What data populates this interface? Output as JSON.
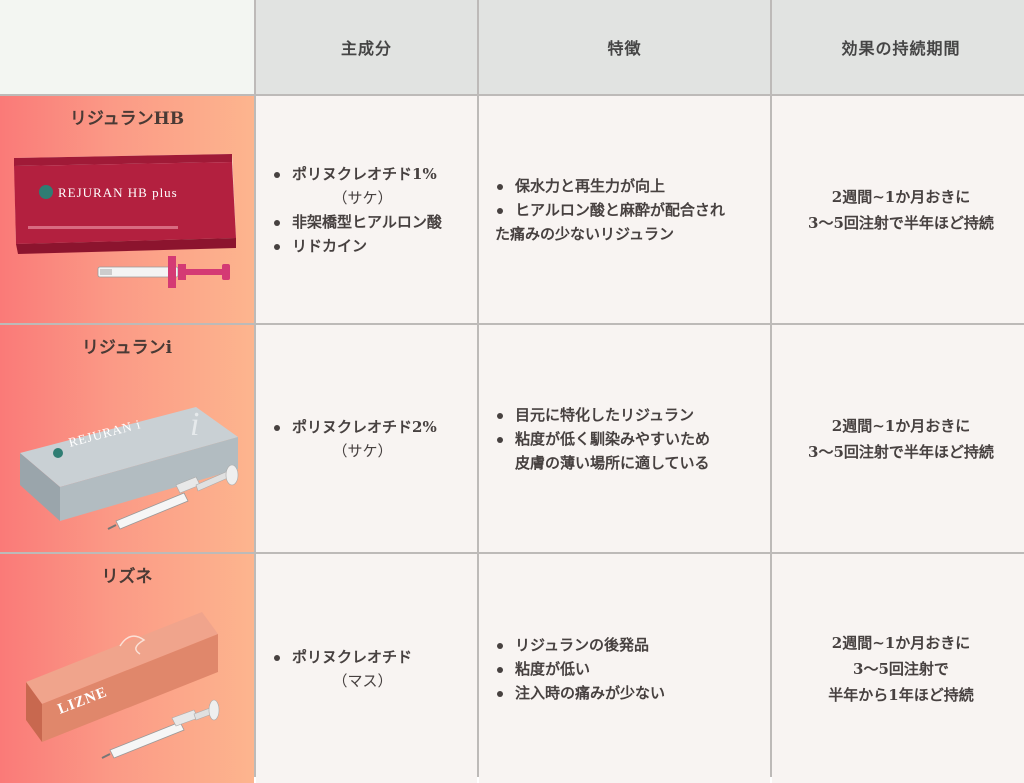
{
  "headers": {
    "ingredients": "主成分",
    "features": "特徴",
    "duration": "効果の持続期間"
  },
  "rows": [
    {
      "name": "リジュランHB",
      "box_text": "REJURAN HB plus",
      "ingredients": [
        "ポリヌクレオチド1%",
        "（サケ）",
        "非架橋型ヒアルロン酸",
        "リドカイン"
      ],
      "features": [
        "保水力と再生力が向上",
        "ヒアルロン酸と麻酔が配合され",
        "た痛みの少ないリジュラン"
      ],
      "duration": [
        "2週間~1か月おきに",
        "3〜5回注射で半年ほど持続"
      ]
    },
    {
      "name": "リジュランi",
      "box_text": "REJURAN i",
      "ingredients": [
        "ポリヌクレオチド2%",
        "（サケ）"
      ],
      "features": [
        "目元に特化したリジュラン",
        "粘度が低く馴染みやすいため",
        "皮膚の薄い場所に適している"
      ],
      "duration": [
        "2週間~1か月おきに",
        "3〜5回注射で半年ほど持続"
      ]
    },
    {
      "name": "リズネ",
      "box_text": "LIZNE",
      "ingredients": [
        "ポリヌクレオチド",
        "（マス）"
      ],
      "features": [
        "リジュランの後発品",
        "粘度が低い",
        "注入時の痛みが少ない"
      ],
      "duration": [
        "2週間~1か月おきに",
        "3〜5回注射で",
        "半年から1年ほど持続"
      ]
    }
  ],
  "colors": {
    "hb_box": "#b3203f",
    "i_box": "#b9c2c7",
    "lizne_box": "#e0876b"
  }
}
